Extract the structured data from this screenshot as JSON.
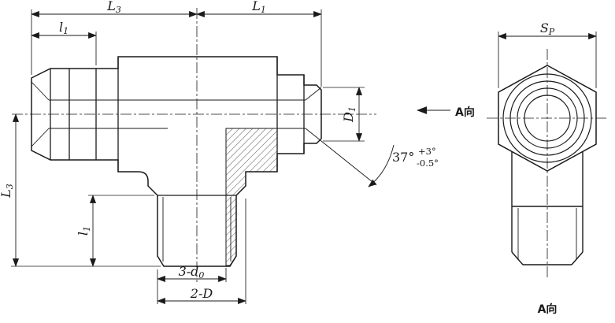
{
  "main_view": {
    "dims": {
      "L3_top": {
        "base": "L",
        "sub": "3"
      },
      "L1_top": {
        "base": "L",
        "sub": "1"
      },
      "l1_top": {
        "base": "l",
        "sub": "1"
      },
      "L3_left": {
        "base": "L",
        "sub": "3"
      },
      "l1_left": {
        "base": "l",
        "sub": "1"
      },
      "D1_right": {
        "base": "D",
        "sub": "1"
      },
      "holes_bottom": {
        "prefix": "3-",
        "base": "d",
        "sub": "0"
      },
      "thread_bottom": {
        "label": "2-D"
      },
      "angle": {
        "value": "37°",
        "tol_plus": "+3°",
        "tol_minus": "-0.5°"
      }
    }
  },
  "end_view": {
    "dims": {
      "Sp_top": {
        "base": "S",
        "sub": "P"
      }
    },
    "view_label": "A向"
  },
  "direction_arrow": {
    "label": "A向"
  },
  "colors": {
    "line": "#1a1a1a",
    "background": "#ffffff"
  }
}
